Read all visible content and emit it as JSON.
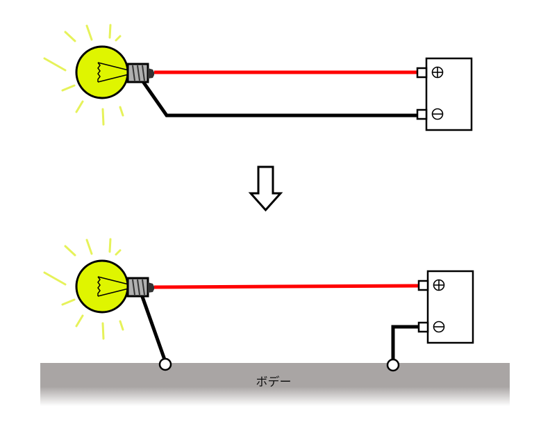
{
  "colors": {
    "bulb": "#dff500",
    "rays": "#e6f25a",
    "positive_wire": "#ff0000",
    "negative_wire": "#000000",
    "body": "#a9a5a4",
    "socket": "#b0b0b0"
  },
  "icons": {
    "arrow": "down-arrow-outline",
    "bulb": "light-bulb",
    "battery": "battery",
    "plus": "circled-plus",
    "minus": "circled-minus"
  },
  "body": {
    "label": "ボデー"
  }
}
